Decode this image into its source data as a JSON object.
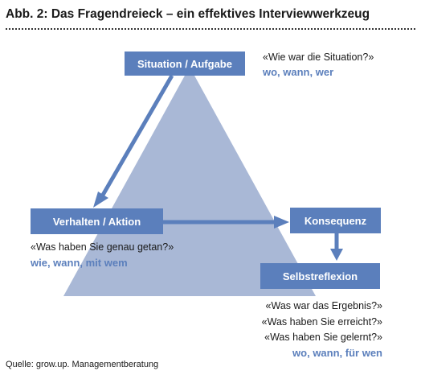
{
  "figure": {
    "title": "Abb. 2: Das Fragendreieck – ein effektives Interviewwerkzeug",
    "source": "Quelle: grow.up. Managementberatung"
  },
  "nodes": {
    "situation": {
      "label": "Situation / Aufgabe",
      "question": "«Wie war die Situation?»",
      "keywords": "wo, wann, wer"
    },
    "verhalten": {
      "label": "Verhalten / Aktion",
      "question": "«Was haben Sie genau getan?»",
      "keywords": "wie, wann, mit wem"
    },
    "konsequenz": {
      "label": "Konsequenz"
    },
    "selbstreflexion": {
      "label": "Selbstreflexion",
      "questions": [
        "«Was war das Ergebnis?»",
        "«Was haben Sie erreicht?»",
        "«Was haben Sie gelernt?»"
      ],
      "keywords": "wo, wann, für wen"
    }
  },
  "colors": {
    "box": "#5b7fbc",
    "triangle": "#a9b8d6",
    "arrow": "#5b7fbc",
    "keywords": "#5b7fbc"
  }
}
